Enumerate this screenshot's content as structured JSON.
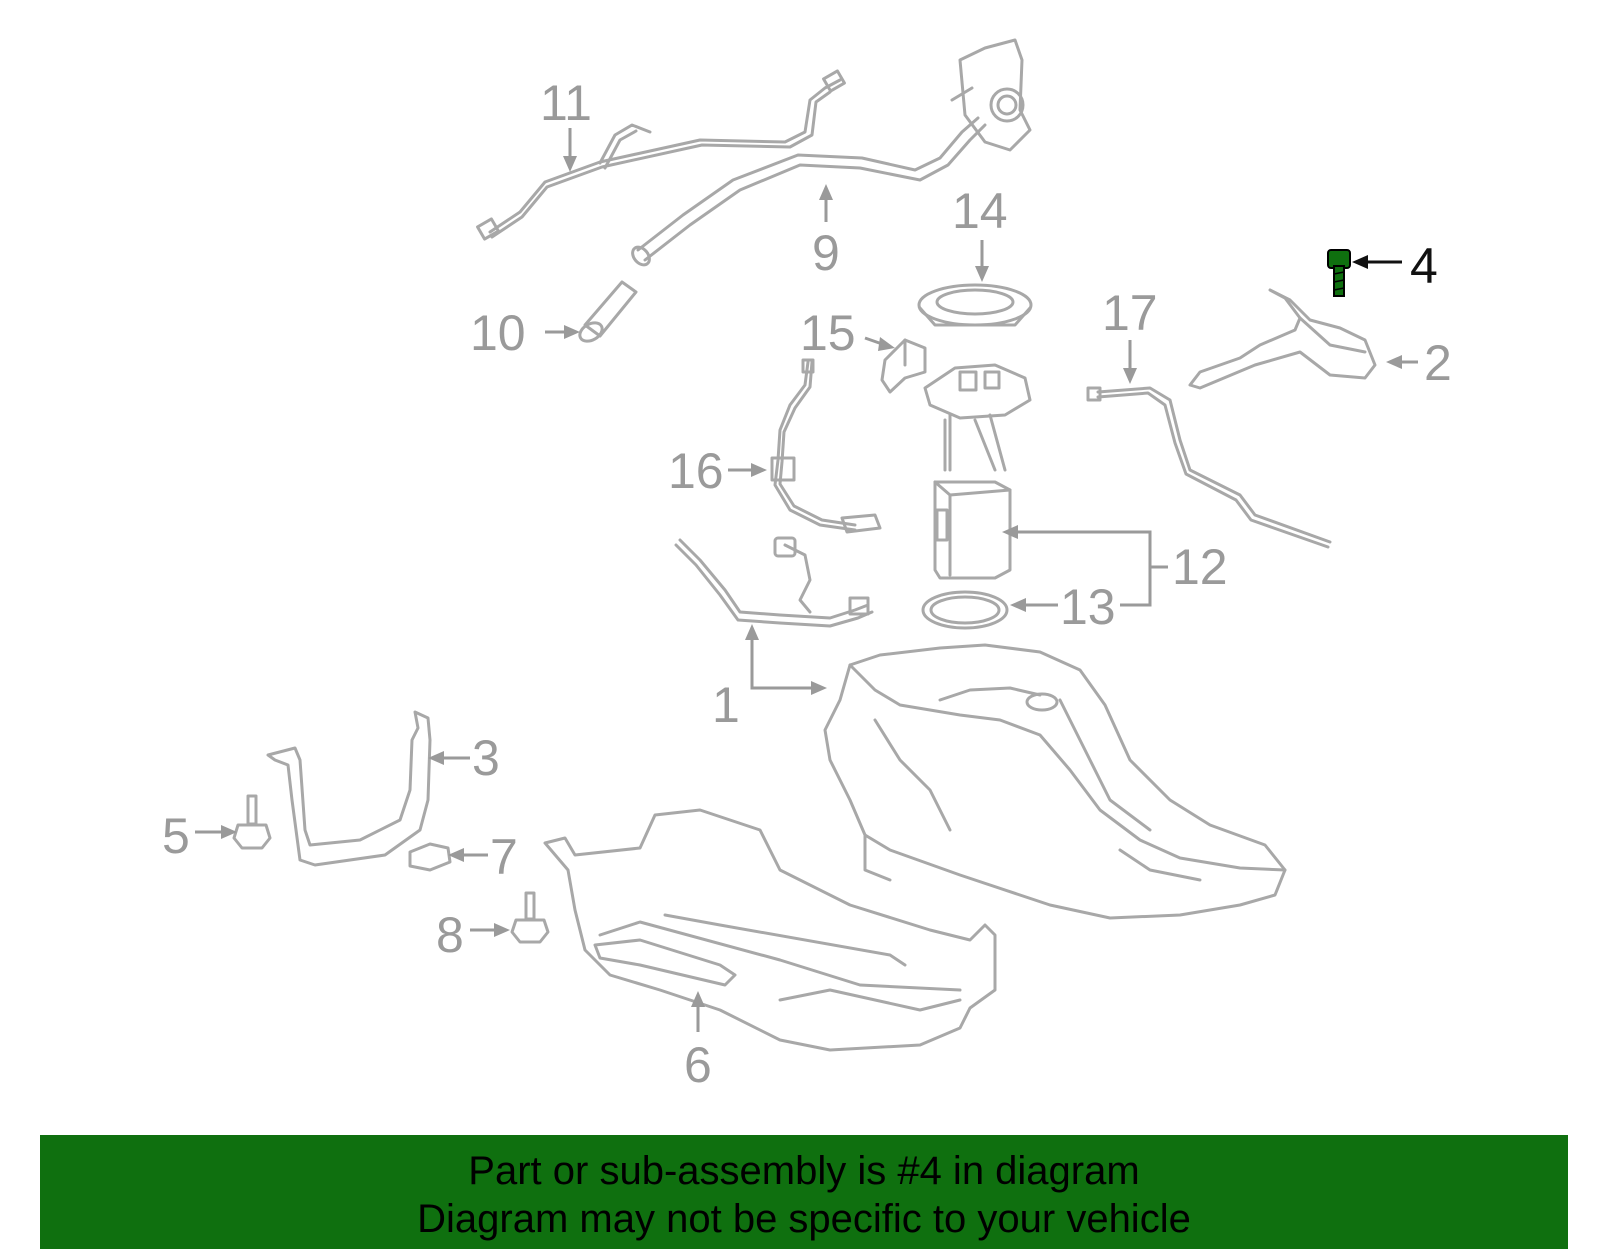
{
  "callouts": {
    "c1": "1",
    "c2": "2",
    "c3": "3",
    "c4": "4",
    "c5": "5",
    "c6": "6",
    "c7": "7",
    "c8": "8",
    "c9": "9",
    "c10": "10",
    "c11": "11",
    "c12": "12",
    "c13": "13",
    "c14": "14",
    "c15": "15",
    "c16": "16",
    "c17": "17"
  },
  "highlight": {
    "part": "4",
    "color": "#0f700f"
  },
  "colors": {
    "part_stroke": "#a8a8a8",
    "label": "#9a9a9a",
    "banner_bg": "#0f700f"
  },
  "banner": {
    "line1": "Part or sub-assembly is #4 in diagram",
    "line2": "Diagram may not be specific to your vehicle"
  }
}
